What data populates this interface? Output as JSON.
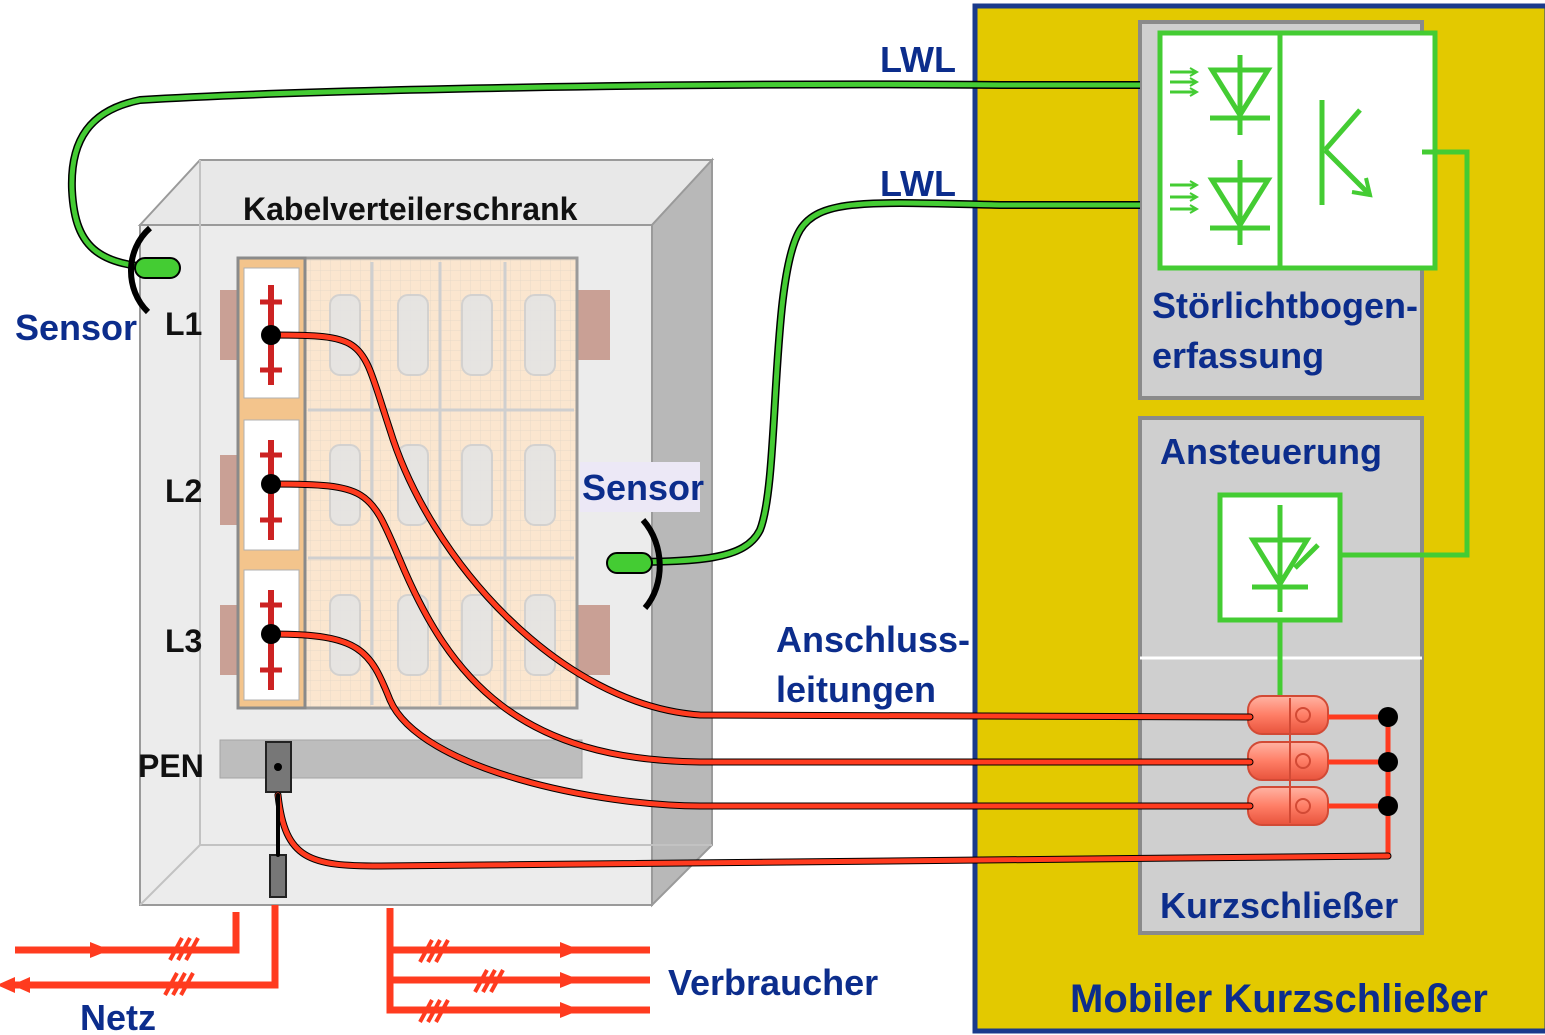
{
  "labels": {
    "lwl_top": "LWL",
    "lwl_mid": "LWL",
    "cabinet_title": "Kabelverteilerschrank",
    "sensor_left": "Sensor",
    "sensor_right": "Sensor",
    "phase_l1": "L1",
    "phase_l2": "L2",
    "phase_l3": "L3",
    "pen": "PEN",
    "netz": "Netz",
    "verbraucher": "Verbraucher",
    "anschluss_line1": "Anschluss-",
    "anschluss_line2": "leitungen",
    "stoer_line1": "Störlichtbogen-",
    "stoer_line2": "erfassung",
    "ansteuerung": "Ansteuerung",
    "kurzschliesser": "Kurzschließer",
    "mobile_title": "Mobiler Kurzschließer"
  },
  "colors": {
    "fiber": "#44cc33",
    "power_cable": "#ff3b1f",
    "panel_yellow": "#e3c900",
    "panel_border": "#1a3a8c",
    "label_blue": "#0c2d8c"
  }
}
